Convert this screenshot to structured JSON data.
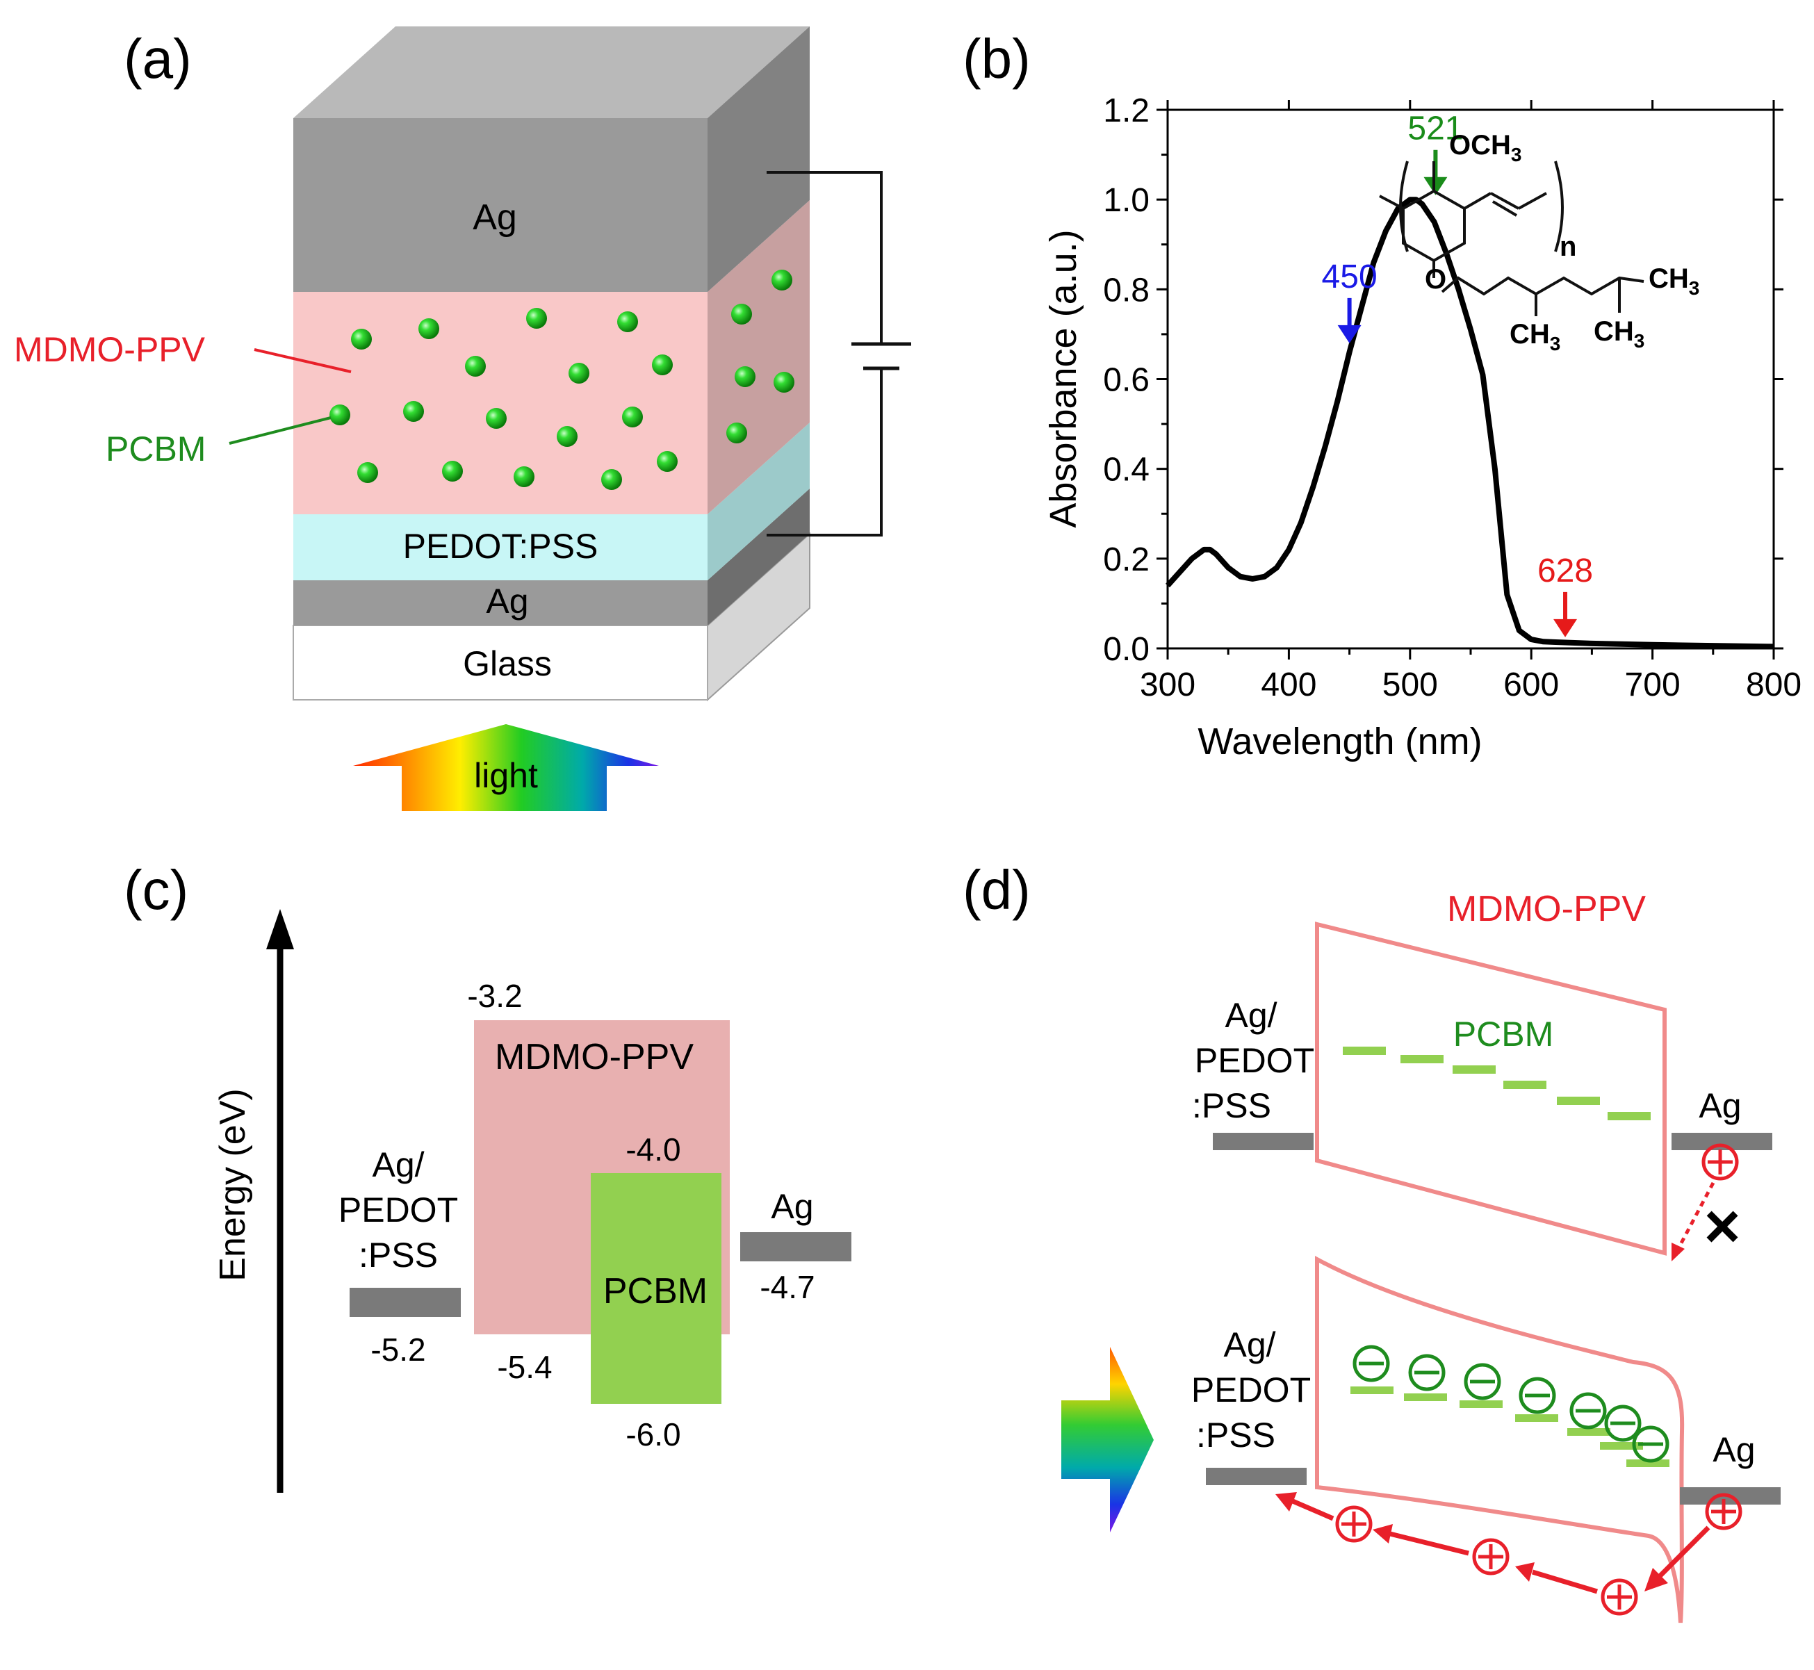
{
  "panels": {
    "a": {
      "label": "(a)",
      "layers": {
        "ag_top": "Ag",
        "pedot": "PEDOT:PSS",
        "ag_bottom": "Ag",
        "glass": "Glass"
      },
      "callouts": {
        "mdmo": "MDMO-PPV",
        "pcbm": "PCBM"
      },
      "light": "light",
      "colors": {
        "ag": "#9a9a9a",
        "active_layer": "#f9c8c8",
        "pcbm_sphere": "#22bb22",
        "pedot": "#c8f6f6",
        "mdmo_label": "#e8202a",
        "pcbm_label": "#1e8c1e"
      }
    },
    "b": {
      "label": "(b)"
    },
    "c": {
      "label": "(c)",
      "y_axis_label": "Energy (eV)",
      "levels": {
        "mdmo_lumo": "-3.2",
        "mdmo_homo": "-5.4",
        "pcbm_lumo": "-4.0",
        "pcbm_homo": "-6.0",
        "anode": "-5.2",
        "cathode": "-4.7"
      },
      "boxes": {
        "mdmo": "MDMO-PPV",
        "pcbm": "PCBM",
        "anode": [
          "Ag/",
          "PEDOT",
          ":PSS"
        ],
        "cathode": "Ag"
      }
    },
    "d": {
      "label": "(d)",
      "title": "MDMO-PPV",
      "pcbm": "PCBM",
      "top_anode": [
        "Ag/",
        "PEDOT",
        ":PSS"
      ],
      "top_cathode": "Ag",
      "bottom_anode": [
        "Ag/",
        "PEDOT",
        ":PSS"
      ],
      "bottom_cathode": "Ag",
      "blocked_mark": "×"
    }
  },
  "chart_data": {
    "type": "line",
    "xlabel": "Wavelength (nm)",
    "ylabel": "Absorbance (a.u.)",
    "xlim": [
      300,
      800
    ],
    "ylim": [
      0,
      1.2
    ],
    "x_ticks": [
      "300",
      "400",
      "500",
      "600",
      "700",
      "800"
    ],
    "y_ticks": [
      "0.0",
      "0.2",
      "0.4",
      "0.6",
      "0.8",
      "1.0",
      "1.2"
    ],
    "grid": false,
    "line_color": "#000000",
    "series": [
      {
        "x": [
          300,
          310,
          320,
          330,
          335,
          340,
          350,
          360,
          370,
          380,
          390,
          400,
          410,
          420,
          430,
          440,
          450,
          460,
          470,
          480,
          490,
          500,
          505,
          510,
          520,
          530,
          540,
          550,
          560,
          570,
          580,
          590,
          600,
          610,
          620,
          630,
          650,
          700,
          750,
          800
        ],
        "y": [
          0.14,
          0.17,
          0.2,
          0.22,
          0.22,
          0.21,
          0.18,
          0.16,
          0.155,
          0.16,
          0.18,
          0.22,
          0.28,
          0.36,
          0.45,
          0.55,
          0.66,
          0.76,
          0.86,
          0.93,
          0.98,
          1.0,
          1.0,
          0.99,
          0.95,
          0.88,
          0.8,
          0.71,
          0.61,
          0.4,
          0.12,
          0.04,
          0.02,
          0.015,
          0.014,
          0.013,
          0.011,
          0.008,
          0.006,
          0.004
        ]
      }
    ],
    "annotations": [
      {
        "text": "450",
        "x": 450,
        "y": 0.68,
        "color": "#1a1ae6"
      },
      {
        "text": "521",
        "x": 521,
        "y": 1.01,
        "color": "#1a8c1a"
      },
      {
        "text": "628",
        "x": 628,
        "y": 0.025,
        "color": "#e61a1a"
      }
    ],
    "inset_structure": {
      "substituents": [
        "OCH3",
        "CH3",
        "CH3"
      ],
      "repeat": "n"
    }
  }
}
